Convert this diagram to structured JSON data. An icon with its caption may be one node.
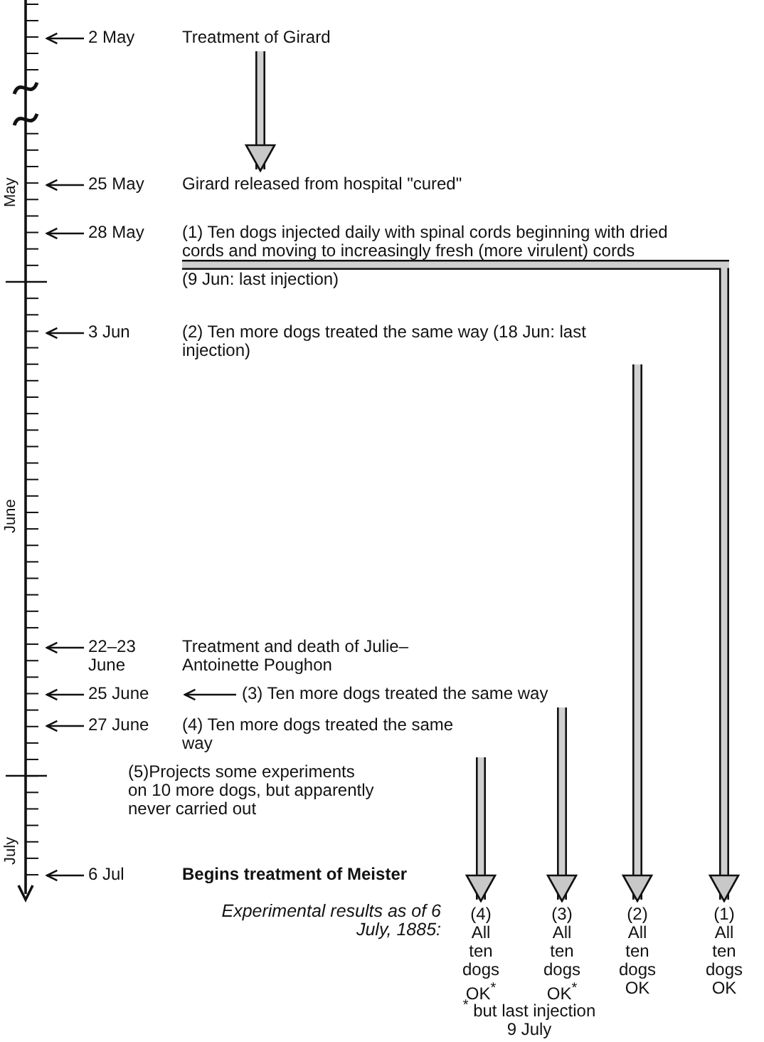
{
  "diagram": {
    "nodes": [
      {
        "text": [
          "2 May"
        ]
      },
      {
        "text": [
          "Treatment of Girard"
        ]
      },
      {
        "text": [
          "25 May"
        ]
      },
      {
        "text": [
          "Girard released from hospital \"cured\""
        ]
      },
      {
        "text": [
          "28 May"
        ]
      },
      {
        "text": [
          "(1) Ten dogs injected daily with spinal cords beginning with dried cords and moving to increasingly fresh (more virulent) cords",
          "(9 Jun: last injection)"
        ]
      },
      {
        "text": [
          "3 Jun"
        ]
      },
      {
        "text": [
          "(2) Ten more dogs treated the same way (18 Jun: last injection)"
        ]
      },
      {
        "text": [
          "22–23 June"
        ]
      },
      {
        "text": [
          "Treatment and death of Julie–Antoinette Poughon"
        ]
      },
      {
        "text": [
          "25 June"
        ]
      },
      {
        "text": [
          "(3) Ten more dogs treated the same way"
        ]
      },
      {
        "text": [
          "27 June"
        ]
      },
      {
        "text": [
          "(4) Ten more dogs treated the same way"
        ]
      },
      {
        "text": [
          "(5)Projects some experiments on 10 more dogs, but apparently never carried out"
        ]
      },
      {
        "text": [
          "6 Jul"
        ]
      },
      {
        "text": [
          "Begins treatment of Meister"
        ]
      },
      {
        "text": [
          "(4) All ten dogs OK$^{*}$"
        ]
      },
      {
        "text": [
          "(3) All ten dogs OK$^{*}$"
        ]
      },
      {
        "text": [
          "(2) All ten dogs OK"
        ]
      },
      {
        "text": [
          "(1) All ten dogs OK"
        ]
      }
    ],
    "edges": [
      {
        "from": 0,
        "to": null,
        "arrow": "to"
      },
      {
        "from": 1,
        "to": 3,
        "arrow": "to",
        "style": "thick",
        "color": "#d0d0d0"
      },
      {
        "from": 2,
        "to": null,
        "arrow": "to"
      },
      {
        "from": 4,
        "to": null,
        "arrow": "to"
      },
      {
        "from": 5,
        "to": 20,
        "arrow": "to",
        "style": "thick",
        "color": "#d0d0d0"
      },
      {
        "from": 6,
        "to": null,
        "arrow": "to"
      },
      {
        "from": 7,
        "to": 19,
        "arrow": "to",
        "style": "thick",
        "color": "#d0d0d0"
      },
      {
        "from": 8,
        "to": null,
        "arrow": "to"
      },
      {
        "from": 10,
        "to": null,
        "arrow": "to"
      },
      {
        "from": 11,
        "to": 10,
        "arrow": "to"
      },
      {
        "from": 12,
        "to": null,
        "arrow": "to"
      },
      {
        "from": 11,
        "to": 18,
        "arrow": "to",
        "style": "thick",
        "color": "#d0d0d0"
      },
      {
        "from": 13,
        "to": 17,
        "arrow": "to",
        "style": "thick",
        "color": "#d0d0d0"
      },
      {
        "from": 15,
        "to": null,
        "arrow": "to"
      }
    ],
    "labels": [
      "May",
      "June",
      "July",
      "Experimental results as of 6 July, 1885:",
      "$^{*}$ but last injection 9 July"
    ]
  }
}
